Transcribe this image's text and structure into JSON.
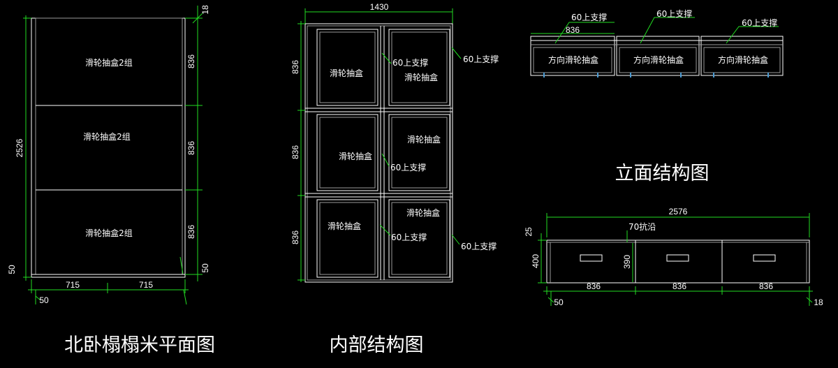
{
  "colors": {
    "background": "#000000",
    "line": "#ffffff",
    "dimension": "#22dd22",
    "secondary": "#9a9a9a",
    "text": "#ffffff"
  },
  "plan": {
    "title": "北卧榻榻米平面图",
    "drawer_label": "滑轮抽盒2组",
    "dims": {
      "total_height": "2526",
      "section": "836",
      "top_thickness": "18",
      "bottom_base": "50",
      "half_width": "715",
      "left_offset": "50"
    }
  },
  "internal": {
    "title": "内部结构图",
    "width": "1430",
    "row_height": "836",
    "drawer_label": "滑轮抽盒",
    "support_label": "60上支撑"
  },
  "elevation": {
    "title": "立面结构图",
    "support_label": "60上支撑",
    "box_width": "836",
    "drawer_label": "方向滑轮抽盒"
  },
  "front": {
    "total_width": "2576",
    "edge_label": "70抗沿",
    "top_offset": "25",
    "height": "400",
    "drawer_height": "390",
    "section_width": "836",
    "left_offset": "50",
    "right_offset": "18"
  }
}
